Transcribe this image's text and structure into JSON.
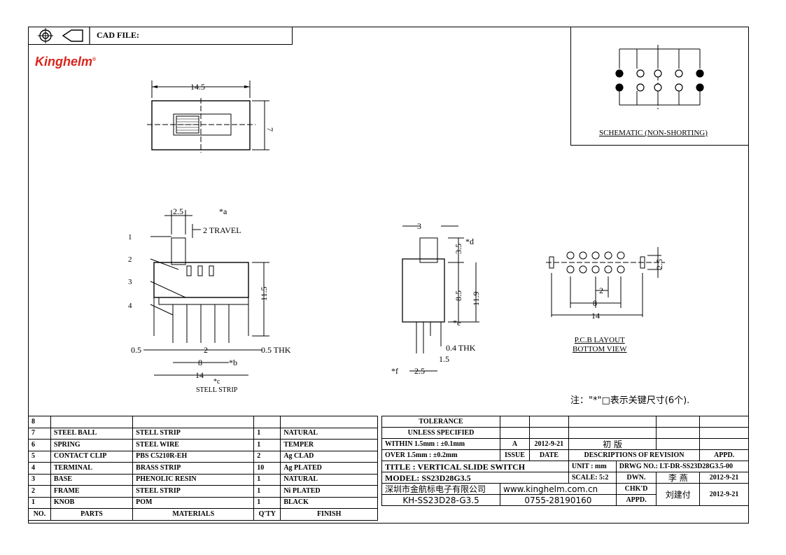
{
  "header": {
    "cad_label": "CAD FILE:",
    "logo_text": "Kinghelm",
    "logo_mark": "®"
  },
  "schematic": {
    "title": "SCHEMATIC (NON-SHORTING)"
  },
  "top_view": {
    "dim_length": "14.5",
    "dim_width": "7"
  },
  "side_view": {
    "dim_knob": "2.5",
    "mark_a": "*a",
    "travel": "2 TRAVEL",
    "height": "11.5",
    "pitch": "2",
    "span": "8",
    "mark_b": "*b",
    "overall": "14",
    "mark_c": "*c",
    "left_thk": "0.5",
    "right_thk": "0.5 THK",
    "steel_strip": "STELL STRIP",
    "callouts": [
      "1",
      "2",
      "3",
      "4"
    ]
  },
  "end_view": {
    "top": "3",
    "knob_h": "3.5",
    "mark_d": "*d",
    "body_h": "8.5",
    "total_h": "11.9",
    "mark_e": "*e",
    "pin_thk": "0.4 THK",
    "pin_w": "1.5",
    "mark_f": "*f",
    "pin_pitch": "2.5"
  },
  "pcb": {
    "row_pitch": "2.5",
    "pitch": "2",
    "span": "8",
    "overall": "14",
    "title_line1": "P.C.B LAYOUT",
    "title_line2": "BOTTOM VIEW"
  },
  "note": "注：\"*\"□表示关键尺寸(6个).",
  "bom": {
    "rows": [
      [
        "8",
        "",
        "",
        "",
        ""
      ],
      [
        "7",
        "STEEL BALL",
        "STELL STRIP",
        "1",
        "NATURAL"
      ],
      [
        "6",
        "SPRING",
        "STEEL WIRE",
        "1",
        "TEMPER"
      ],
      [
        "5",
        "CONTACT CLIP",
        "PBS C5210R-EH",
        "2",
        "Ag CLAD"
      ],
      [
        "4",
        "TERMINAL",
        "BRASS STRIP",
        "10",
        "Ag PLATED"
      ],
      [
        "3",
        "BASE",
        "PHENOLIC RESIN",
        "1",
        "NATURAL"
      ],
      [
        "2",
        "FRAME",
        "STEEL STRIP",
        "1",
        "Ni PLATED"
      ],
      [
        "1",
        "KNOB",
        "POM",
        "1",
        "BLACK"
      ]
    ],
    "header": [
      "NO.",
      "PARTS",
      "MATERIALS",
      "Q'TY",
      "FINISH"
    ]
  },
  "title_block": {
    "tol_title": "TOLERANCE",
    "tol_sub": "UNLESS SPECIFIED",
    "tol1": "WITHIN 1.5mm : ±0.1mm",
    "tol2": "OVER 1.5mm : ±0.2mm",
    "rev_issue": "A",
    "rev_date": "2012-9-21",
    "rev_desc": "初 版",
    "h_issue": "ISSUE",
    "h_date": "DATE",
    "h_desc": "DESCRIPTIONS OF REVISION",
    "h_appd": "APPD.",
    "title": "TITLE : VERTICAL SLIDE SWITCH",
    "unit": "UNIT : mm",
    "drwg": "DRWG NO.: LT-DR-SS23D28G3.5-00",
    "model": "MODEL: SS23D28G3.5",
    "scale": "SCALE: 5:2",
    "dwn": "DWN.",
    "dwn_name": "李 燕",
    "dwn_date": "2012-9-21",
    "company": "深圳市金航标电子有限公司",
    "web": "www.kinghelm.com.cn",
    "chkd": "CHK'D",
    "chk_name": "刘建付",
    "chk_date": "2012-9-21",
    "part": "KH-SS23D28-G3.5",
    "phone": "0755-28190160",
    "appd": "APPD."
  }
}
